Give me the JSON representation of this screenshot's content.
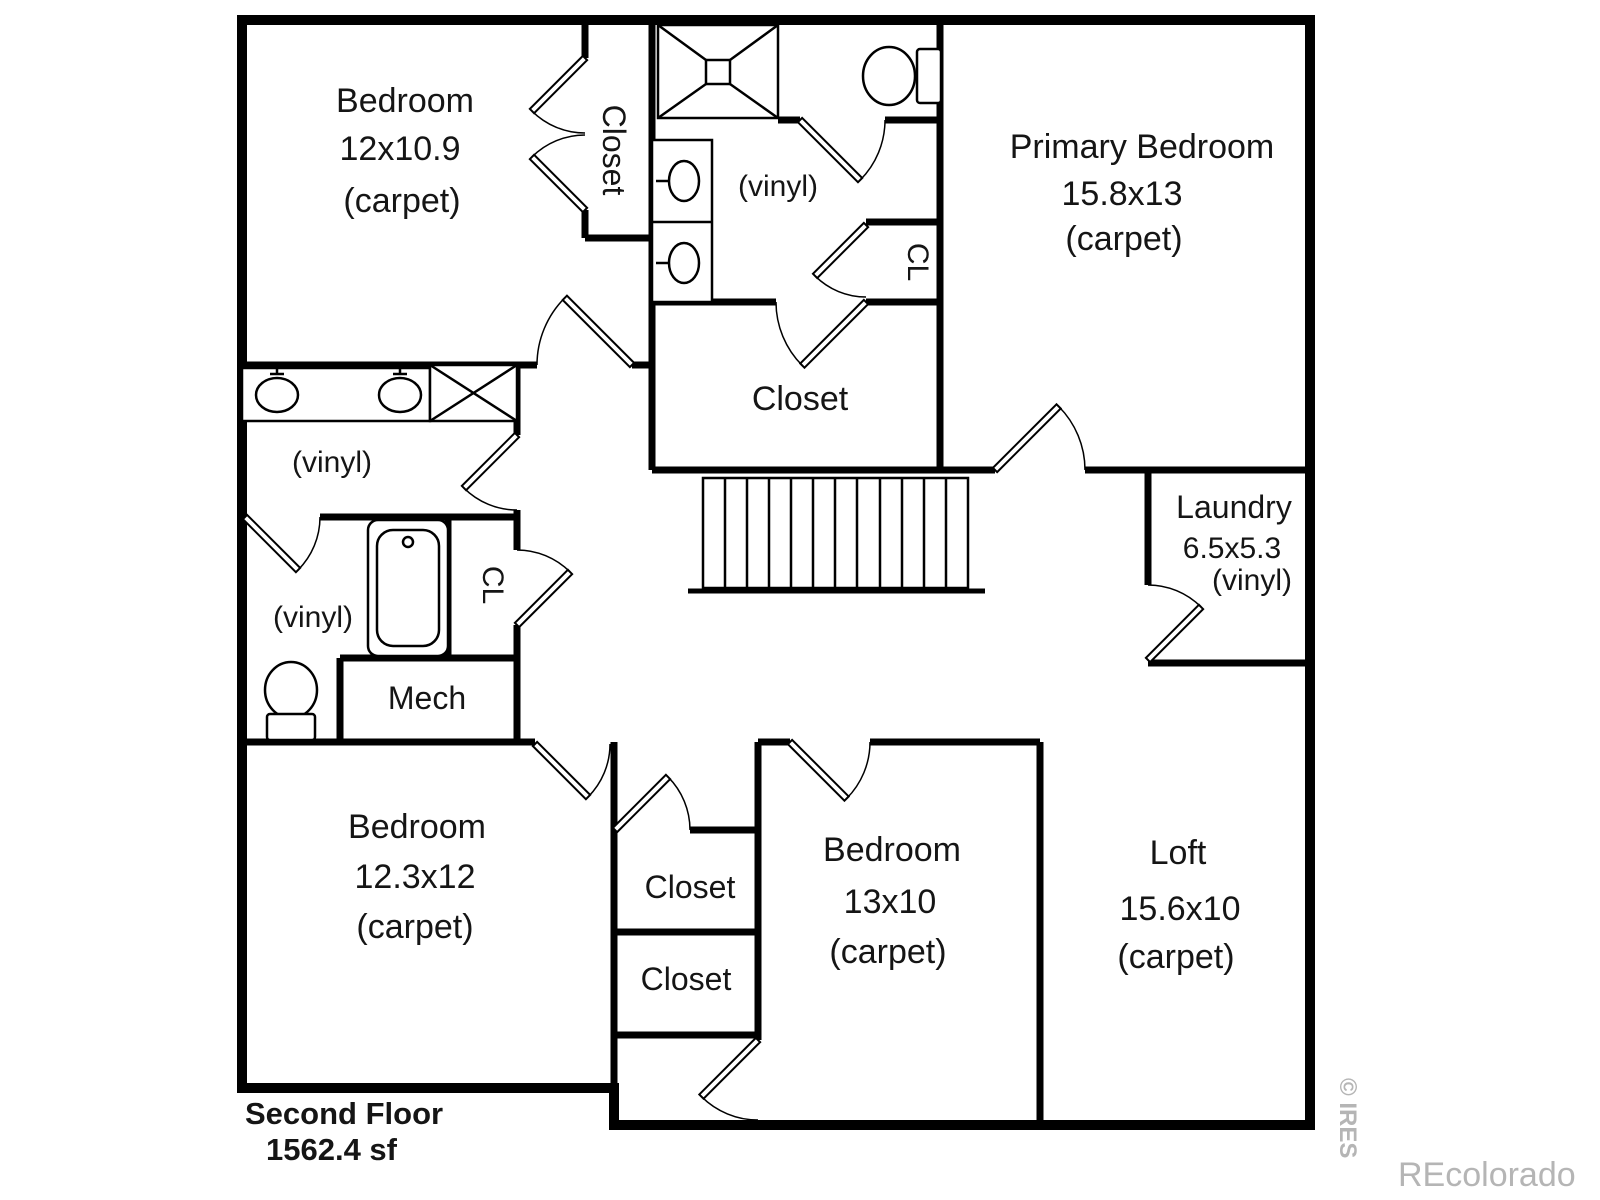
{
  "plan": {
    "floor_title": "Second Floor",
    "floor_area": "1562.4 sf",
    "rooms": {
      "bedroom_top_left": {
        "name": "Bedroom",
        "dims": "12x10.9",
        "floor": "(carpet)"
      },
      "closet_top_left": {
        "name": "Closet"
      },
      "bathroom_top": {
        "floor": "(vinyl)"
      },
      "primary_bedroom": {
        "name": "Primary Bedroom",
        "dims": "15.8x13",
        "floor": "(carpet)"
      },
      "closet_cl_top": {
        "name": "CL"
      },
      "primary_closet": {
        "name": "Closet"
      },
      "laundry": {
        "name": "Laundry",
        "dims": "6.5x5.3",
        "floor": "(vinyl)"
      },
      "hall_bath": {
        "floor": "(vinyl)"
      },
      "lower_bath": {
        "floor": "(vinyl)"
      },
      "closet_cl_lower": {
        "name": "CL"
      },
      "mech": {
        "name": "Mech"
      },
      "bedroom_bottom_left": {
        "name": "Bedroom",
        "dims": "12.3x12",
        "floor": "(carpet)"
      },
      "closet_hall_upper": {
        "name": "Closet"
      },
      "closet_hall_lower": {
        "name": "Closet"
      },
      "bedroom_bottom_middle": {
        "name": "Bedroom",
        "dims": "13x10",
        "floor": "(carpet)"
      },
      "loft": {
        "name": "Loft",
        "dims": "15.6x10",
        "floor": "(carpet)"
      }
    },
    "watermarks": {
      "side": "© IRES",
      "bottom": "REcolorado"
    },
    "colors": {
      "wall": "#000000",
      "label": "#151515",
      "watermark": "#b5b5b5"
    }
  }
}
